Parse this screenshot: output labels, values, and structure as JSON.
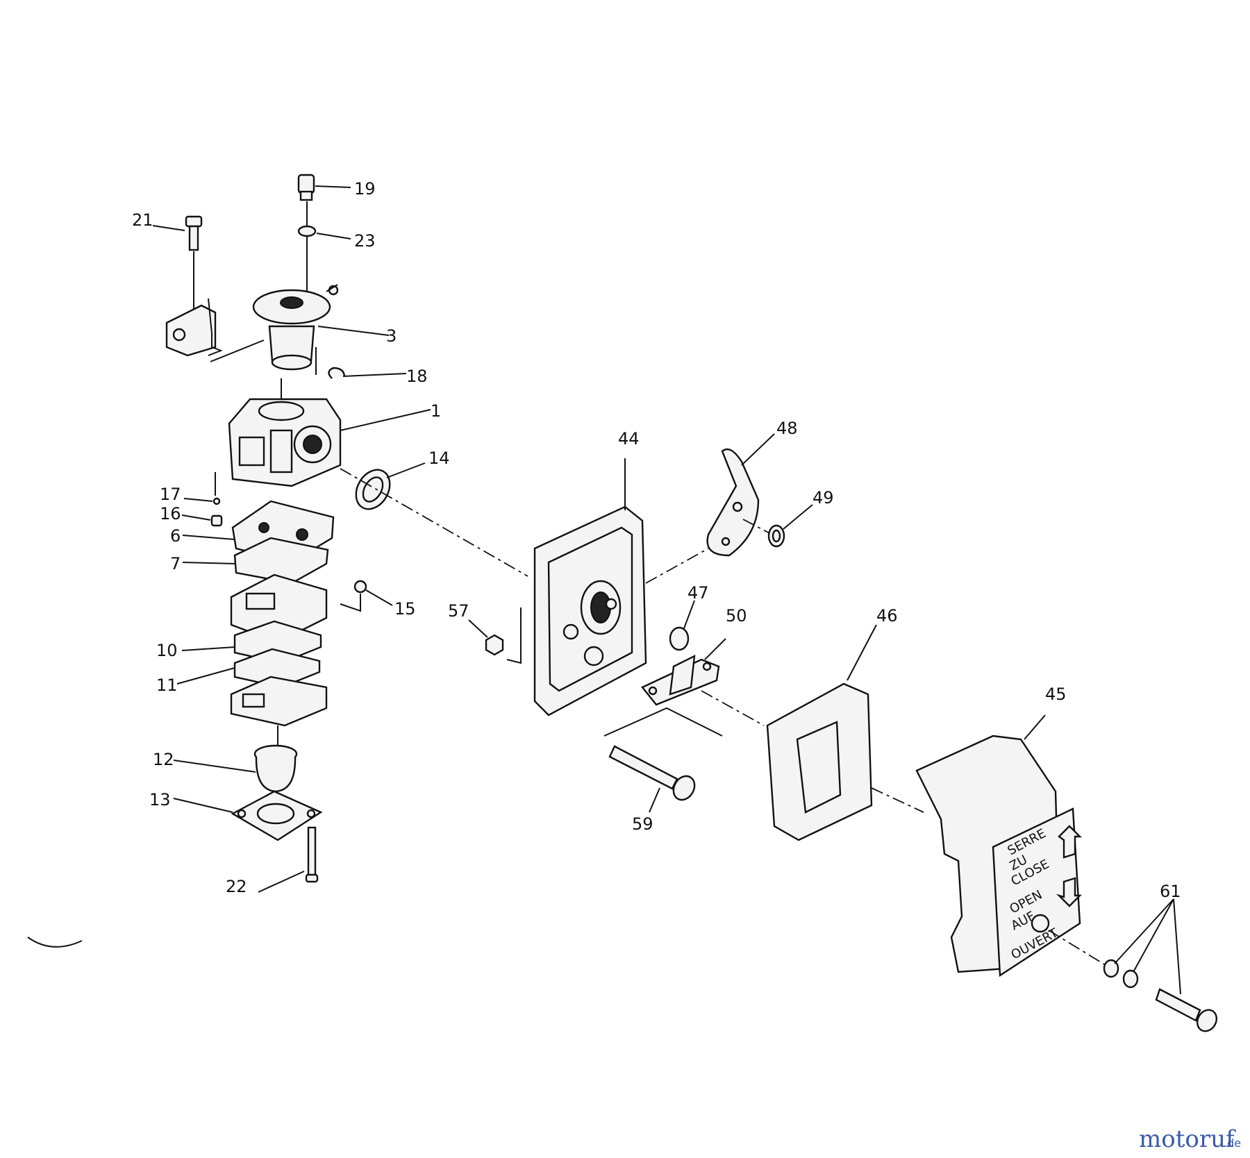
{
  "labels": {
    "p19": "19",
    "p23": "23",
    "p21": "21",
    "p3": "3",
    "p18": "18",
    "p1": "1",
    "p14": "14",
    "p17": "17",
    "p16": "16",
    "p6": "6",
    "p7": "7",
    "p15": "15",
    "p10": "10",
    "p11": "11",
    "p12": "12",
    "p13": "13",
    "p22": "22",
    "p44": "44",
    "p48": "48",
    "p49": "49",
    "p57": "57",
    "p47": "47",
    "p50": "50",
    "p46": "46",
    "p45": "45",
    "p59": "59",
    "p61": "61"
  },
  "cover_text": {
    "close_line1": "SERRE",
    "close_line2": "ZU",
    "close_line3": "CLOSE",
    "open_line1": "OPEN",
    "open_line2": "AUF",
    "open_line3": "OUVERT"
  },
  "watermark": {
    "brand_main": "motoruf",
    "brand_suffix": ".de",
    "brand_color": "#3a5aa8",
    "accent_color": "#e0782a"
  }
}
